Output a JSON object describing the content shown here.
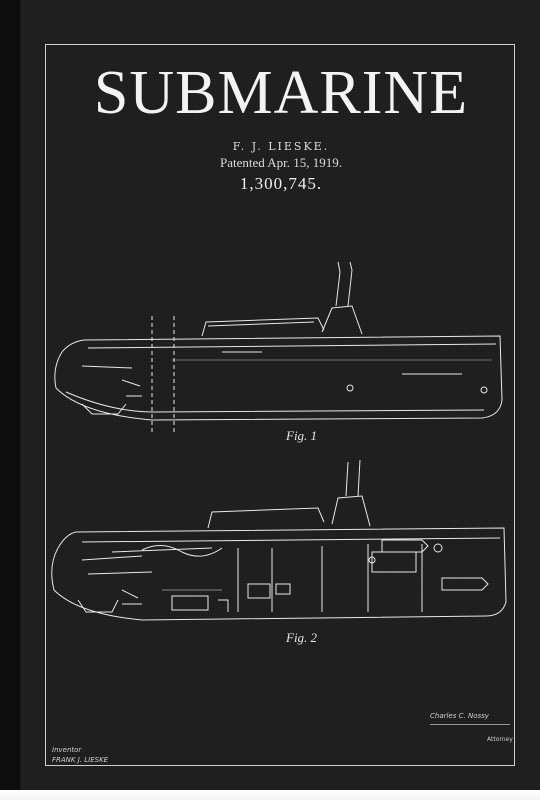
{
  "poster": {
    "title": "SUBMARINE",
    "inventor": "F. J. LIESKE.",
    "patented": "Patented Apr. 15, 1919.",
    "patent_number": "1,300,745."
  },
  "figures": {
    "fig1_label": "Fig. 1",
    "fig2_label": "Fig. 2"
  },
  "signatures": {
    "inventor_heading": "Inventor",
    "inventor_name": "FRANK J. LIESKE",
    "attorney_signature": "Charles C. Nossy",
    "attorney_heading": "Attorney"
  },
  "colors": {
    "background": "#1d1d1d",
    "ink": "#e8e8e8"
  }
}
